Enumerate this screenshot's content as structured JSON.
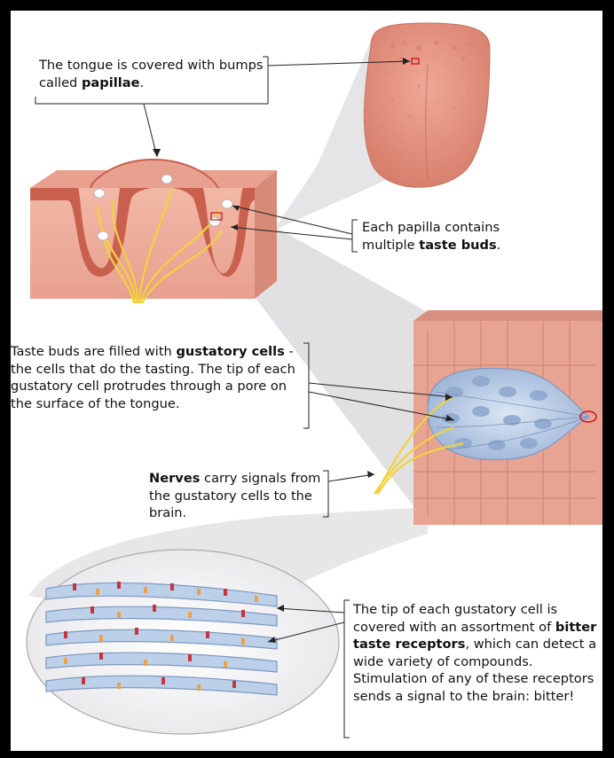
{
  "captions": {
    "papillae": {
      "before": "The tongue is covered with bumps called ",
      "bold": "papillae",
      "after": "."
    },
    "taste_buds": {
      "before": "Each papilla contains multiple ",
      "bold": "taste buds",
      "after": "."
    },
    "gustatory": {
      "before": "Taste buds are filled with ",
      "bold": "gustatory cells",
      "after": " - the cells that do the tasting. The tip of each gustatory cell protrudes through a pore on the surface of the tongue."
    },
    "nerves": {
      "before": "",
      "bold": "Nerves",
      "after": " carry signals from the gustatory cells to the brain."
    },
    "receptors": {
      "before": "The tip of each gustatory cell is covered with an assortment of ",
      "bold": "bitter taste receptors",
      "after": ", which can detect a wide variety of compounds. Stimulation of any of these receptors sends a signal to the brain: bitter!"
    }
  },
  "colors": {
    "tongue": "#e89a86",
    "tissue": "#e8a492",
    "nerve": "#f2d23c",
    "taste_bud": "#b7cce8",
    "receptor_red": "#c8343c",
    "receptor_orange": "#eda24a",
    "highlight": "#d01020"
  }
}
